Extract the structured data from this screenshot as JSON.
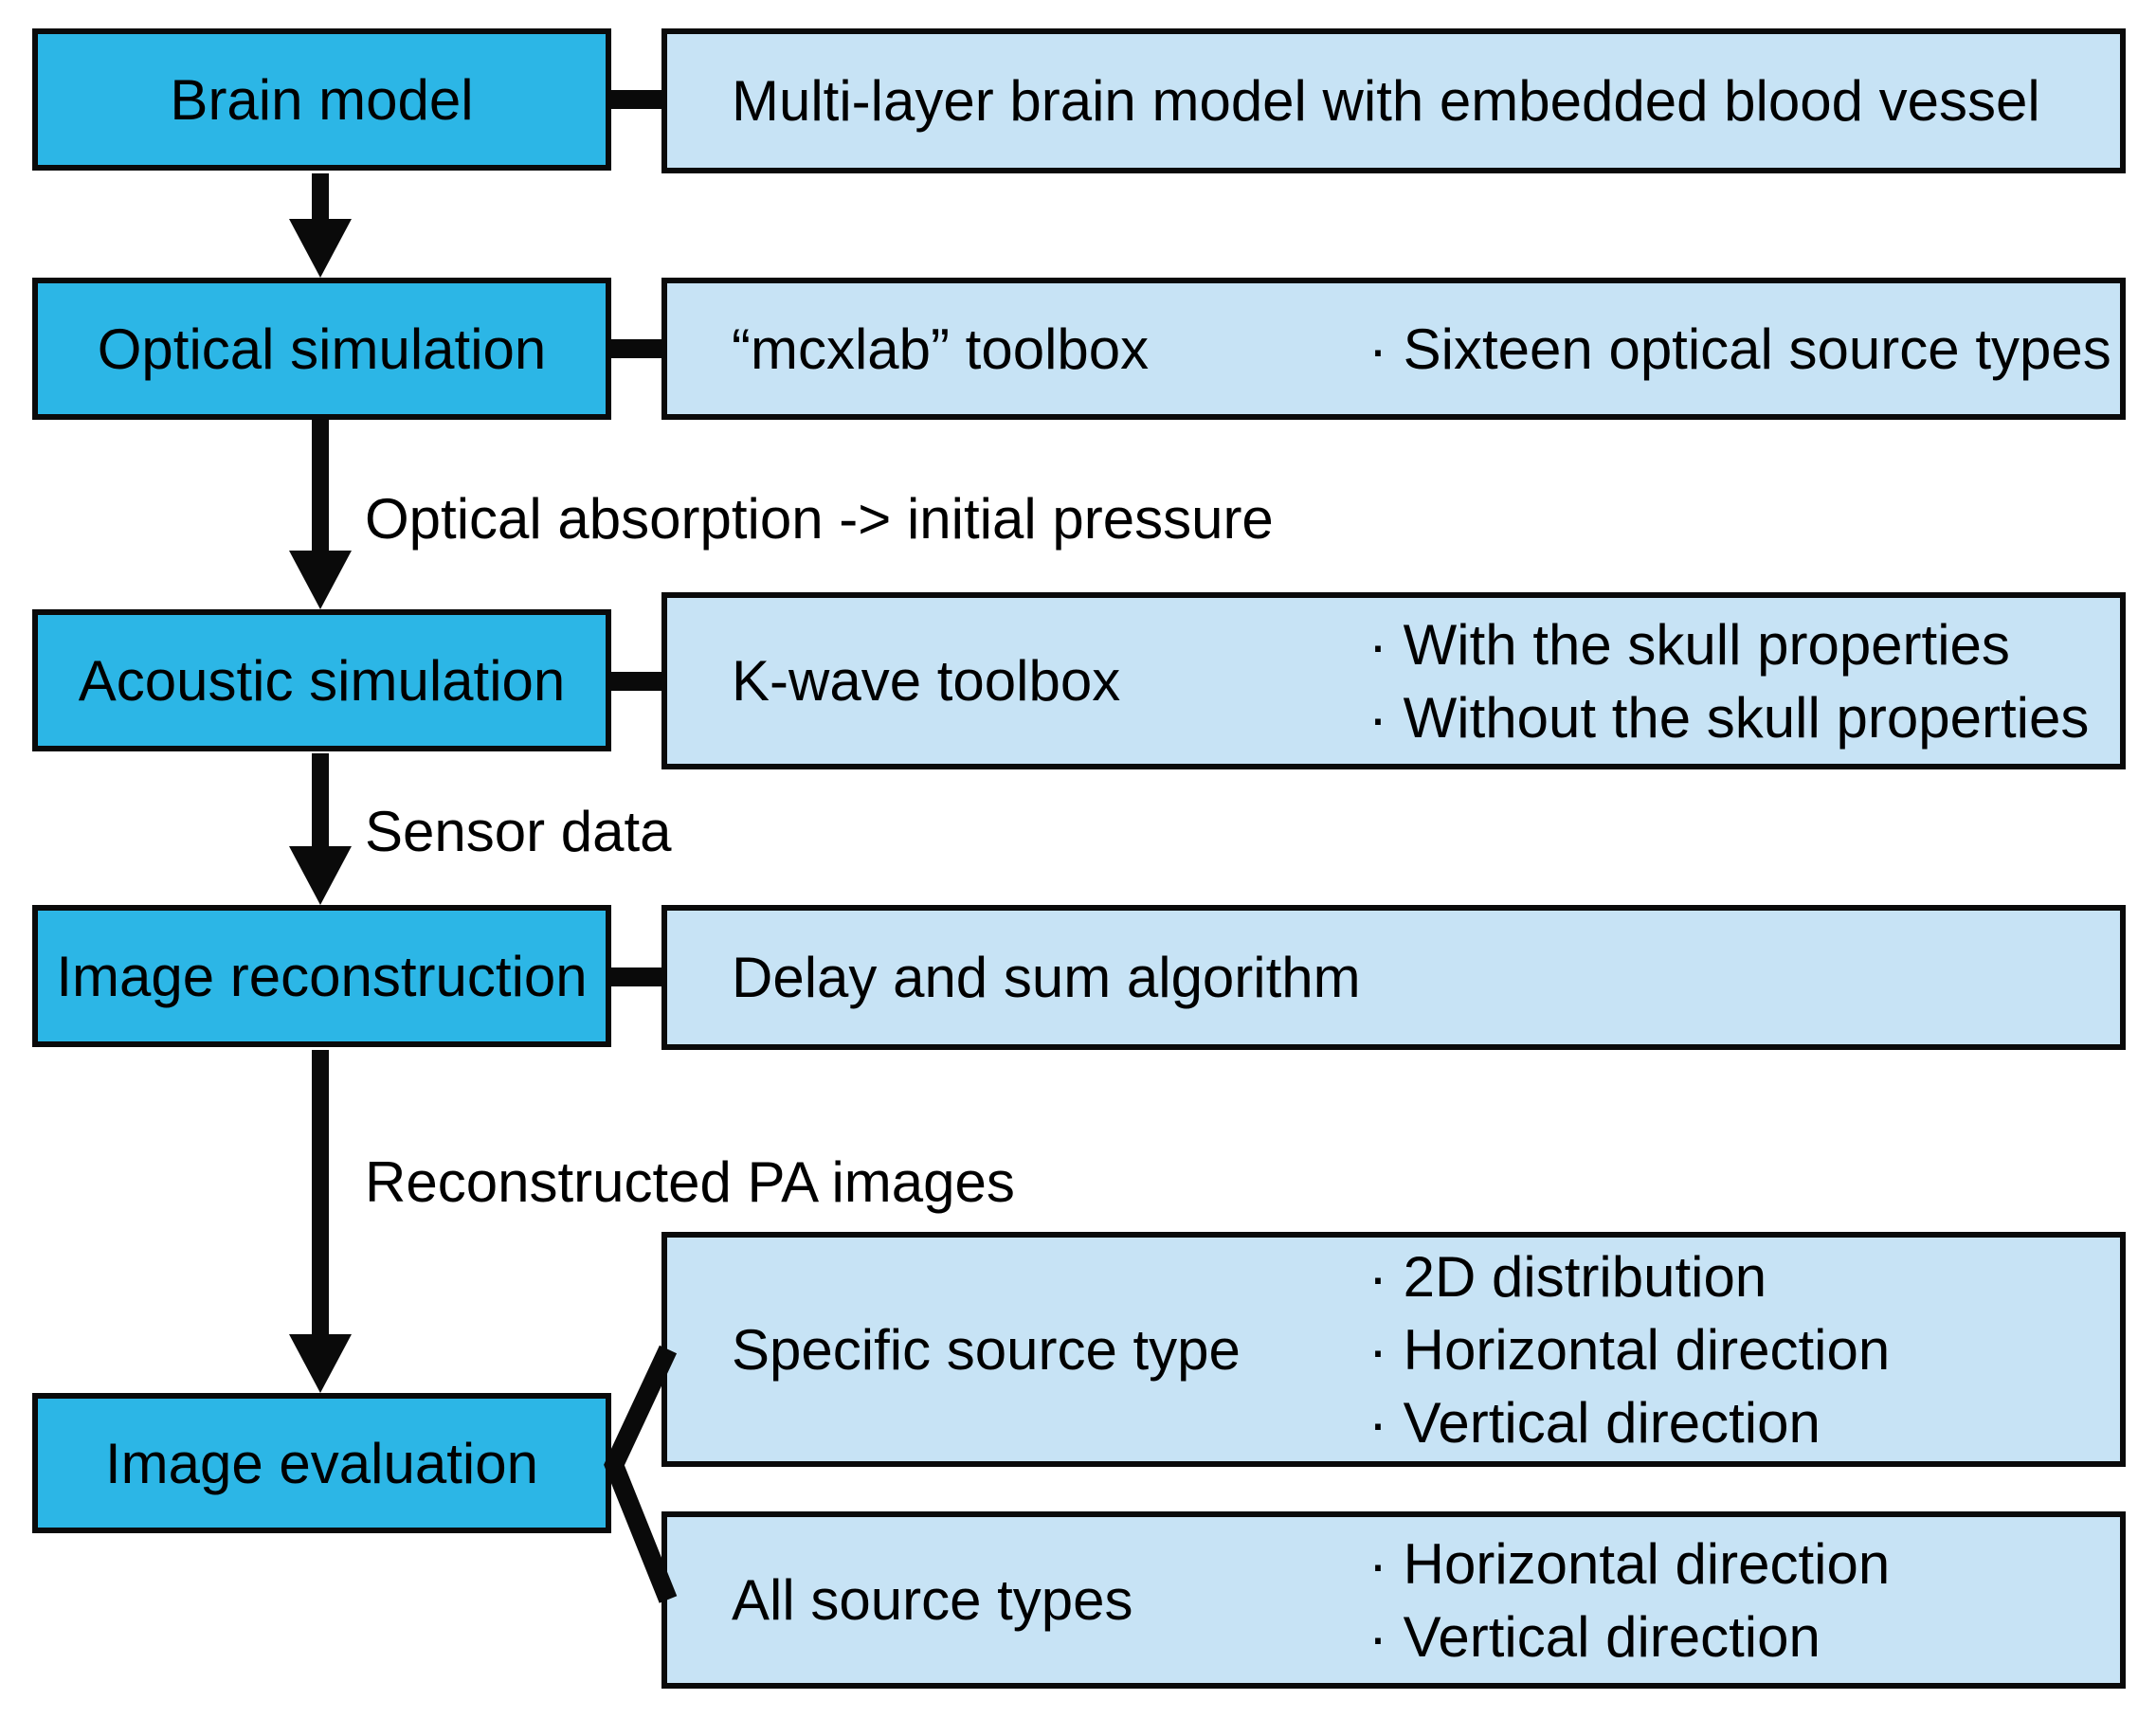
{
  "colors": {
    "stage_fill": "#2cb6e6",
    "detail_fill": "#c7e3f5",
    "line": "#0a0a0a",
    "text": "#000000"
  },
  "stages": [
    {
      "label": "Brain model"
    },
    {
      "label": "Optical simulation"
    },
    {
      "label": "Acoustic simulation"
    },
    {
      "label": "Image reconstruction"
    },
    {
      "label": "Image evaluation"
    }
  ],
  "transitions": [
    {
      "label": "Optical absorption -> initial pressure"
    },
    {
      "label": "Sensor data"
    },
    {
      "label": "Reconstructed PA images"
    }
  ],
  "details": [
    {
      "text": "Multi-layer brain model with embedded blood vessel"
    },
    {
      "left": "“mcxlab” toolbox",
      "bullets": [
        "· Sixteen optical source types"
      ]
    },
    {
      "left": "K-wave toolbox",
      "bullets": [
        "· With the skull properties",
        "· Without the skull properties"
      ]
    },
    {
      "text": "Delay and sum algorithm"
    },
    {
      "left": "Specific source type",
      "bullets": [
        "· 2D distribution",
        "· Horizontal direction",
        "· Vertical direction"
      ]
    },
    {
      "left": "All source types",
      "bullets": [
        "· Horizontal direction",
        "· Vertical direction"
      ]
    }
  ]
}
